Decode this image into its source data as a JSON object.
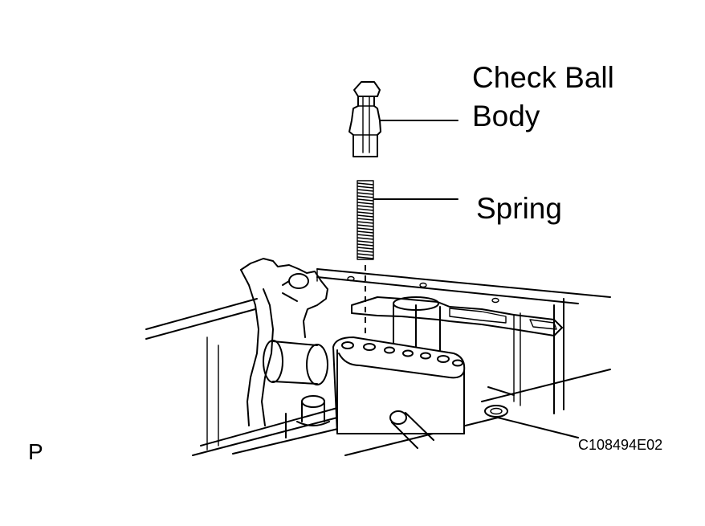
{
  "labels": {
    "check_ball_body_line1": "Check Ball",
    "check_ball_body_line2": "Body",
    "spring": "Spring",
    "figure_code": "C108494E02",
    "view_marker": "P"
  }
}
